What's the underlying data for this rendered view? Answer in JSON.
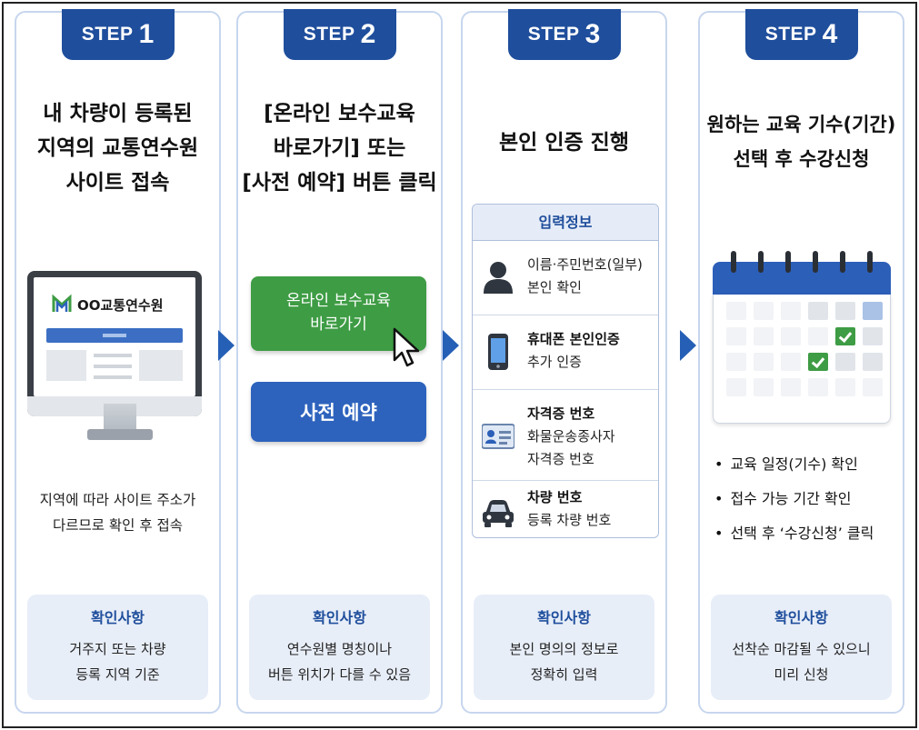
{
  "steps": [
    {
      "step_label": "STEP",
      "step_number": "1",
      "heading": [
        "내 차량이 등록된",
        "지역의 교통연수원",
        "사이트 접속"
      ],
      "site": {
        "name": "OO교통연수원"
      },
      "note": [
        "지역에 따라 사이트 주소가",
        "다르므로 확인 후 접속"
      ],
      "confirm": {
        "title": "확인사항",
        "body": [
          "거주지 또는 차량",
          "등록 지역 기준"
        ]
      }
    },
    {
      "step_label": "STEP",
      "step_number": "2",
      "heading": [
        "[온라인 보수교육",
        "바로가기] 또는",
        "[사전 예약] 버튼 클릭"
      ],
      "buttons": {
        "online": [
          "온라인 보수교육",
          "바로가기"
        ],
        "reserve": "사전 예약"
      },
      "confirm": {
        "title": "확인사항",
        "body": [
          "연수원별 명칭이나",
          "버튼 위치가 다를 수 있음"
        ]
      }
    },
    {
      "step_label": "STEP",
      "step_number": "3",
      "heading": [
        "본인 인증 진행"
      ],
      "input_info": {
        "title": "입력정보",
        "rows": [
          {
            "icon": "person-icon",
            "lines": [
              "이름·주민번호(일부)",
              "본인 확인"
            ]
          },
          {
            "icon": "smartphone-icon",
            "lines": [
              "휴대폰 본인인증",
              "추가 인증"
            ]
          },
          {
            "icon": "id-card-icon",
            "lines": [
              "자격증 번호",
              "화물운송종사자",
              "자격증 번호"
            ]
          },
          {
            "icon": "car-icon",
            "lines": [
              "차량 번호",
              "등록 차량 번호"
            ]
          }
        ]
      },
      "confirm": {
        "title": "확인사항",
        "body": [
          "본인 명의의 정보로",
          "정확히 입력"
        ]
      }
    },
    {
      "step_label": "STEP",
      "step_number": "4",
      "heading": [
        "원하는 교육 기수(기간)",
        "선택 후 수강신청"
      ],
      "bullets": [
        "교육 일정(기수) 확인",
        "접수 가능 기간 확인",
        "선택 후 ‘수강신청’ 클릭"
      ],
      "confirm": {
        "title": "확인사항",
        "body": [
          "선착순 마감될 수 있으니",
          "미리 신청"
        ]
      }
    }
  ],
  "colors": {
    "primary": "#1f4e9c",
    "green_button": "#3e9c44",
    "blue_button": "#2d63bd",
    "confirm_bg": "#e8eef8"
  }
}
